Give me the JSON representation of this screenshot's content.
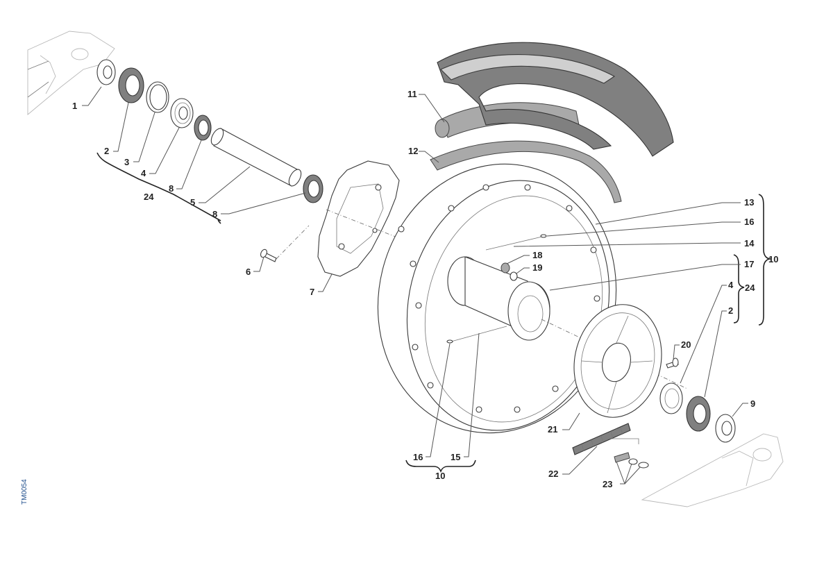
{
  "diagram": {
    "title": "Rear wheel exploded view",
    "drawing_code": "TM0054",
    "callouts": {
      "c1": "1",
      "c2": "2",
      "c3": "3",
      "c4": "4",
      "c24a": "24",
      "c8a": "8",
      "c5": "5",
      "c8b": "8",
      "c6": "6",
      "c7": "7",
      "c11": "11",
      "c12": "12",
      "c13": "13",
      "c16a": "16",
      "c14": "14",
      "c17": "17",
      "c18": "18",
      "c19": "19",
      "c10a": "10",
      "c24b": "24",
      "c4b": "4",
      "c2b": "2",
      "c20": "20",
      "c9": "9",
      "c21": "21",
      "c22": "22",
      "c23": "23",
      "c16b": "16",
      "c15": "15",
      "c10b": "10"
    },
    "colors": {
      "line": "#3a3a3a",
      "tyre": "#808080",
      "tube": "#a9a9a9",
      "code": "#1f4e8c"
    }
  }
}
